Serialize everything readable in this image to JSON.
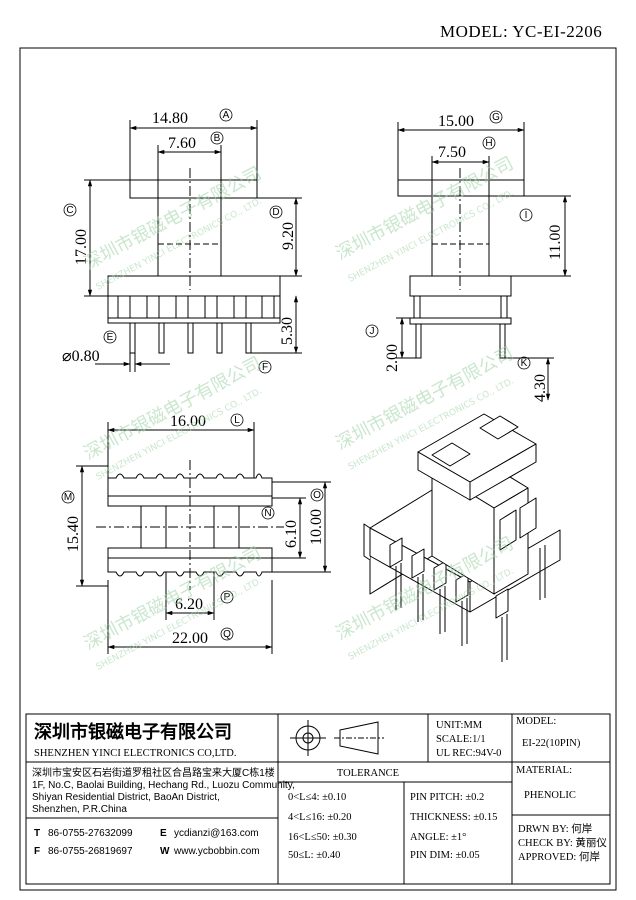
{
  "header": {
    "model": "MODEL: YC-EI-2206"
  },
  "dimensions": {
    "front": {
      "width_a": "14.80",
      "tag_a": "A",
      "width_b": "7.60",
      "tag_b": "B",
      "height_c": "17.00",
      "tag_c": "C",
      "height_d": "9.20",
      "tag_d": "D",
      "pin_dia": "⌀0.80",
      "tag_e": "E",
      "pin_len": "5.30",
      "tag_f": "F"
    },
    "side": {
      "width_g": "15.00",
      "tag_g": "G",
      "width_h": "7.50",
      "tag_h": "H",
      "height_i": "11.00",
      "tag_i": "I",
      "height_j": "2.00",
      "tag_j": "J",
      "pin_len_k": "4.30",
      "tag_k": "K"
    },
    "top": {
      "width_l": "16.00",
      "tag_l": "L",
      "height_m": "15.40",
      "tag_m": "M",
      "height_n": "6.10",
      "tag_n": "N",
      "height_o": "10.00",
      "tag_o": "O",
      "width_p": "6.20",
      "tag_p": "P",
      "width_q": "22.00",
      "tag_q": "Q"
    }
  },
  "watermark": {
    "cn": "深圳市银磁电子有限公司",
    "en": "SHENZHEN YINCI ELECTRONICS CO., LTD."
  },
  "title_block": {
    "company_cn": "深圳市银磁电子有限公司",
    "company_en": "SHENZHEN YINCI ELECTRONICS CO,LTD.",
    "address_cn": "深圳市宝安区石岩街道罗租社区合昌路宝来大厦C栋1楼",
    "address_en1": "1F, No.C, Baolai Building, Hechang Rd., Luozu Community,",
    "address_en2": "Shiyan Residential District, BaoAn District,",
    "address_en3": "Shenzhen, P.R.China",
    "tel_label": "T",
    "tel": "86-0755-27632099",
    "fax_label": "F",
    "fax": "86-0755-26819697",
    "email_label": "E",
    "email": "ycdianzi@163.com",
    "web_label": "W",
    "web": "www.ycbobbin.com",
    "unit": "UNIT:MM",
    "scale": "SCALE:1/1",
    "ul": "UL REC:94V-0",
    "model_label": "MODEL:",
    "model_value": "EI-22(10PIN)",
    "material_label": "MATERIAL:",
    "material_value": "PHENOLIC",
    "tolerance_title": "TOLERANCE",
    "tol": [
      "0<L≤4: ±0.10",
      "4<L≤16: ±0.20",
      "16<L≤50: ±0.30",
      "50≤L: ±0.40"
    ],
    "pin": [
      "PIN PITCH: ±0.2",
      "THICKNESS: ±0.15",
      "ANGLE: ±1°",
      "PIN DIM: ±0.05"
    ],
    "drwn": "DRWN BY: 何岸",
    "check": "CHECK BY: 黄丽仪",
    "approved": "APPROVED: 何岸"
  }
}
